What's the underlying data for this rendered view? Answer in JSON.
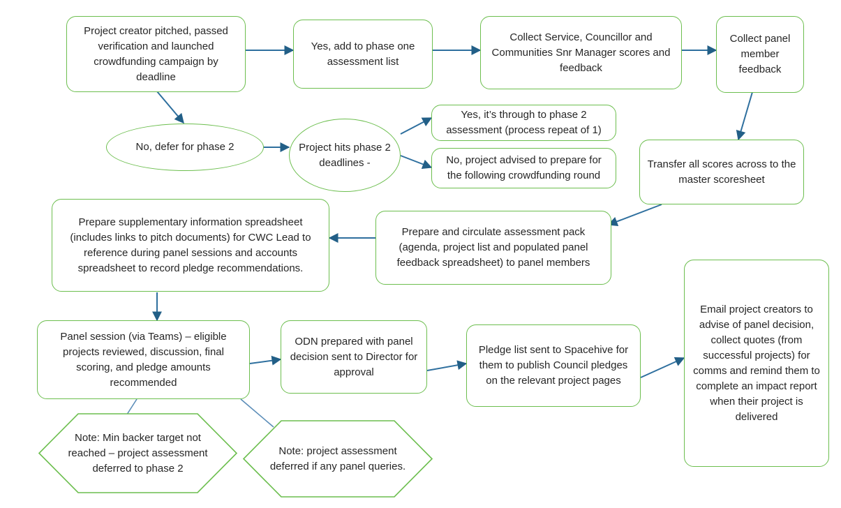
{
  "meta": {
    "title": "Crowdfunding project assessment process flowchart",
    "node_border_color": "#6CBE4E",
    "connector_color": "#2E6F9E",
    "text_color": "#262626",
    "background": "#FFFFFF"
  },
  "nodes": {
    "project_creator": {
      "shape": "rounded-rectangle",
      "text": "Project creator pitched, passed verification and launched crowdfunding campaign by deadline"
    },
    "phase_one_list": {
      "shape": "rounded-rectangle",
      "text": "Yes, add to phase one assessment list"
    },
    "collect_scores": {
      "shape": "rounded-rectangle",
      "text": "Collect Service, Councillor and Communities Snr Manager scores and feedback"
    },
    "collect_panel_feedback": {
      "shape": "rounded-rectangle",
      "text": "Collect panel member feedback"
    },
    "defer_phase_two": {
      "shape": "ellipse",
      "text": "No, defer for phase 2"
    },
    "phase_two_deadlines": {
      "shape": "ellipse",
      "text": "Project hits phase 2 deadlines -"
    },
    "through_to_phase_two": {
      "shape": "rounded-rectangle",
      "text": "Yes, it’s through to phase 2 assessment (process repeat of 1)"
    },
    "advised_next_round": {
      "shape": "rounded-rectangle",
      "text": "No, project advised to prepare for the following crowdfunding round"
    },
    "transfer_scores": {
      "shape": "rounded-rectangle",
      "text": "Transfer all scores across to the master scoresheet"
    },
    "supplementary_spreadsheet": {
      "shape": "rounded-rectangle",
      "text": "Prepare supplementary information spreadsheet (includes links to pitch documents) for CWC Lead to reference during panel sessions and accounts spreadsheet to record pledge recommendations."
    },
    "assessment_pack": {
      "shape": "rounded-rectangle",
      "text": "Prepare and circulate assessment pack (agenda, project list and populated panel feedback spreadsheet) to panel members"
    },
    "panel_session": {
      "shape": "rounded-rectangle",
      "text": "Panel session (via Teams) – eligible projects reviewed, discussion, final scoring, and pledge amounts recommended"
    },
    "odn_prepared": {
      "shape": "rounded-rectangle",
      "text": "ODN prepared with panel decision sent to Director for approval"
    },
    "pledge_list": {
      "shape": "rounded-rectangle",
      "text": "Pledge list sent to Spacehive for them to publish Council pledges on the relevant project pages"
    },
    "email_creators": {
      "shape": "rounded-rectangle",
      "text": "Email project creators  to advise of panel decision, collect quotes (from successful projects) for comms and remind them to complete an impact report when their project is delivered"
    },
    "note_min_backer": {
      "shape": "hexagon",
      "text": "Note: Min backer target not reached – project assessment deferred to phase 2"
    },
    "note_panel_queries": {
      "shape": "hexagon",
      "text": "Note: project assessment deferred if any panel queries."
    }
  }
}
